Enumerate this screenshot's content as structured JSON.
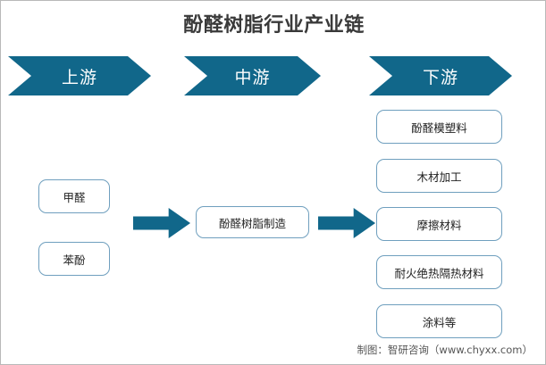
{
  "title": "酚醛树脂行业产业链",
  "colors": {
    "accent": "#11678A",
    "node_border": "#6f9fbe",
    "title_text": "#3a3a3a",
    "page_border": "#b9b9b9"
  },
  "stages": [
    {
      "key": "upstream",
      "label": "上游"
    },
    {
      "key": "midstream",
      "label": "中游"
    },
    {
      "key": "downstream",
      "label": "下游"
    }
  ],
  "upstream": {
    "nodes": [
      {
        "label": "甲醛"
      },
      {
        "label": "苯酚"
      }
    ]
  },
  "midstream": {
    "nodes": [
      {
        "label": "酚醛树脂制造"
      }
    ]
  },
  "downstream": {
    "nodes": [
      {
        "label": "酚醛模塑料"
      },
      {
        "label": "木材加工"
      },
      {
        "label": "摩擦材料"
      },
      {
        "label": "耐火绝热隔热材料"
      },
      {
        "label": "涂料等"
      }
    ]
  },
  "arrows": [
    {
      "name": "upstream-to-midstream"
    },
    {
      "name": "midstream-to-downstream"
    }
  ],
  "footer": "制图：智研咨询（www.chyxx.com）"
}
